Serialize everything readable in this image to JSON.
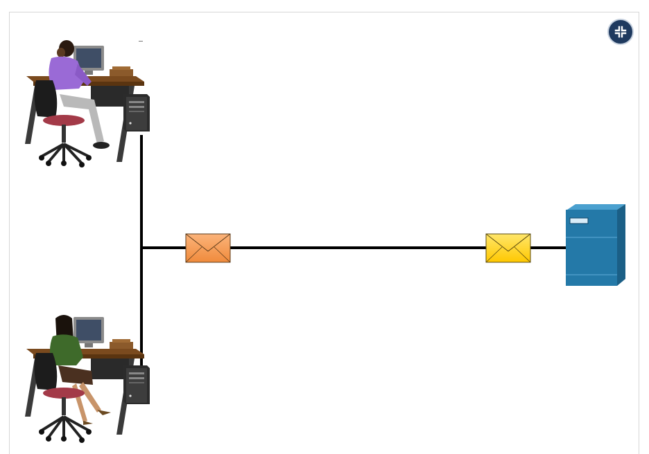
{
  "diagram": {
    "nodes": [
      {
        "id": "pc-top",
        "kind": "workstation-user-male"
      },
      {
        "id": "pc-bottom",
        "kind": "workstation-user-female"
      },
      {
        "id": "server",
        "kind": "server"
      }
    ],
    "links": [
      {
        "from": "pc-top",
        "to": "junction"
      },
      {
        "from": "pc-bottom",
        "to": "junction"
      },
      {
        "from": "junction",
        "to": "server"
      }
    ],
    "messages": [
      {
        "id": "envelope-1",
        "color": "#f7a563"
      },
      {
        "id": "envelope-2",
        "color": "#ffd21f"
      }
    ]
  },
  "controls": {
    "collapse_icon": "collapse-icon",
    "accent": "#1f3a5f"
  }
}
